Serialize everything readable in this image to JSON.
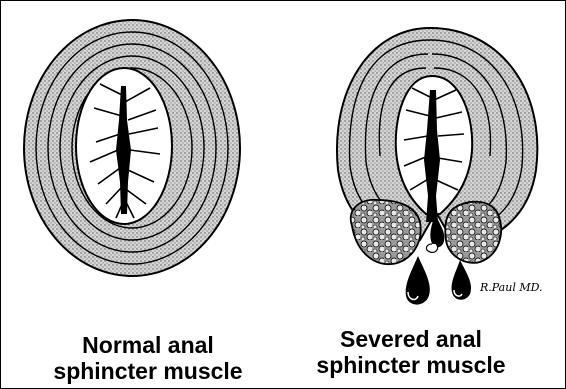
{
  "figures": [
    {
      "id": "normal",
      "caption_line1": "Normal anal",
      "caption_line2": "sphincter muscle"
    },
    {
      "id": "severed",
      "caption_line1": "Severed anal",
      "caption_line2": "sphincter muscle"
    }
  ],
  "signature": "R.Paul MD.",
  "colors": {
    "ink": "#000000",
    "muscle_fill": "#bdbdbd",
    "lumen": "#ffffff"
  }
}
